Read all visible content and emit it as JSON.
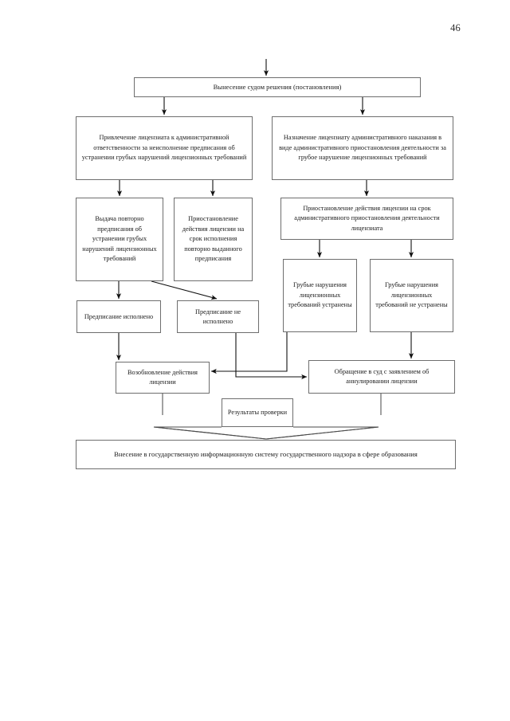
{
  "page": {
    "number": "46",
    "background_color": "#ffffff",
    "ink_color": "#1a1a1a",
    "box_border_color": "#6e6e6e"
  },
  "chart_data": {
    "type": "diagram",
    "diagram_kind": "flowchart",
    "title": "",
    "orientation": "top-to-bottom",
    "nodes": [
      {
        "id": "court_decision",
        "label": "Вынесение судом решения (постановления)"
      },
      {
        "id": "admin_liability",
        "label": "Привлечение лицензиата к административной ответственности за неисполнение предписания об устранении грубых нарушений лицензионных требований"
      },
      {
        "id": "admin_penalty",
        "label": "Назначение лицензиату административного наказания в виде административного приостановления деятельности за грубое нарушение лицензионных требований"
      },
      {
        "id": "reissue_order",
        "label": "Выдача повторно предписания об устранении грубых нарушений лицензионных требований"
      },
      {
        "id": "suspend_exec",
        "label": "Приостановление действия лицензии на срок исполнения повторно выданного предписания"
      },
      {
        "id": "suspend_admin",
        "label": "Приостановление действия лицензии на срок административного приостановления деятельности лицензиата"
      },
      {
        "id": "violations_fixed",
        "label": "Грубые нарушения лицензионных требований устранены"
      },
      {
        "id": "violations_not_fixed",
        "label": "Грубые нарушения лицензионных требований не устранены"
      },
      {
        "id": "order_done",
        "label": "Предписание исполнено"
      },
      {
        "id": "order_not_done",
        "label": "Предписание  не исполнено"
      },
      {
        "id": "resume_license",
        "label": "Возобновление действия лицензии"
      },
      {
        "id": "court_annulment",
        "label": "Обращение в суд с заявлением об аннулировании лицензии"
      },
      {
        "id": "results",
        "label": "Результаты проверки"
      },
      {
        "id": "register_entry",
        "label": "Внесение в государственную информационную систему государственного надзора в сфере образования"
      }
    ],
    "edges": [
      {
        "from": "external_top",
        "to": "court_decision"
      },
      {
        "from": "court_decision",
        "to": "admin_liability"
      },
      {
        "from": "court_decision",
        "to": "admin_penalty"
      },
      {
        "from": "admin_liability",
        "to": "reissue_order"
      },
      {
        "from": "admin_liability",
        "to": "suspend_exec"
      },
      {
        "from": "admin_penalty",
        "to": "suspend_admin"
      },
      {
        "from": "suspend_admin",
        "to": "violations_fixed"
      },
      {
        "from": "suspend_admin",
        "to": "violations_not_fixed"
      },
      {
        "from": "reissue_order",
        "to": "order_done"
      },
      {
        "from": "reissue_order",
        "to": "order_not_done"
      },
      {
        "from": "order_done",
        "to": "resume_license"
      },
      {
        "from": "order_not_done",
        "to": "court_annulment"
      },
      {
        "from": "violations_fixed",
        "to": "resume_license"
      },
      {
        "from": "violations_not_fixed",
        "to": "court_annulment"
      },
      {
        "from": "results",
        "to": "register_entry"
      }
    ]
  },
  "nodes": {
    "court_decision": "Вынесение судом решения (постановления)",
    "admin_liability": "Привлечение лицензиата к административной ответственности за неисполнение предписания об устранении грубых нарушений лицензионных требований",
    "admin_penalty": "Назначение лицензиату административного наказания в виде административного приостановления деятельности за грубое нарушение лицензионных требований",
    "reissue_order": "Выдача повторно предписания об устранении грубых нарушений лицензионных требований",
    "suspend_exec": "Приостановление действия лицензии на срок исполнения повторно выданного предписания",
    "suspend_admin": "Приостановление действия лицензии на срок административного приостановления деятельности лицензиата",
    "violations_fixed": "Грубые нарушения лицензионных требований устранены",
    "violations_not_fixed": "Грубые нарушения лицензионных требований не устранены",
    "order_done": "Предписание исполнено",
    "order_not_done": "Предписание  не исполнено",
    "resume_license": "Возобновление действия лицензии",
    "court_annulment": "Обращение в суд с заявлением об аннулировании лицензии",
    "results": "Результаты проверки",
    "register_entry": "Внесение в государственную информационную систему государственного надзора в сфере образования"
  }
}
